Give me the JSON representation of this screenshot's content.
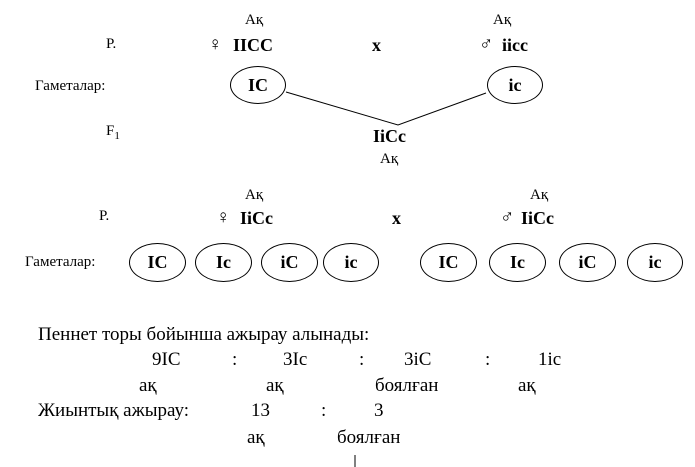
{
  "cross1": {
    "female_phenotype": "Ақ",
    "male_phenotype": "Ақ",
    "p_label": "Р.",
    "female_sign": "♀",
    "female_genotype": "IICC",
    "cross_sign": "x",
    "male_sign": "♂",
    "male_genotype": "iicc",
    "gametes_label": "Гаметалар:",
    "gametes": [
      "IC",
      "ic"
    ],
    "f1_label": "F",
    "f1_sub": "1",
    "f1_genotype": "IiCc",
    "f1_phenotype": "Ақ"
  },
  "cross2": {
    "female_phenotype": "Ақ",
    "male_phenotype": "Ақ",
    "p_label": "Р.",
    "female_sign": "♀",
    "female_genotype": "IiCc",
    "cross_sign": "x",
    "male_sign": "♂",
    "male_genotype": "IiCc",
    "gametes_label": "Гаметалар:",
    "female_gametes": [
      "IC",
      "Ic",
      "iC",
      "ic"
    ],
    "male_gametes": [
      "IC",
      "Ic",
      "iC",
      "ic"
    ]
  },
  "result": {
    "heading": "Пеннет торы бойынша ажырау алынады:",
    "ratios": [
      "9IC",
      ":",
      "3Ic",
      ":",
      "3iC",
      ":",
      "1ic"
    ],
    "phenotypes": [
      "ақ",
      "ақ",
      "боялған",
      "ақ"
    ],
    "total_label": "Жиынтық ажырау:",
    "total_ratio": [
      "13",
      ":",
      "3"
    ],
    "total_phenotypes": [
      "ақ",
      "боялған"
    ]
  }
}
